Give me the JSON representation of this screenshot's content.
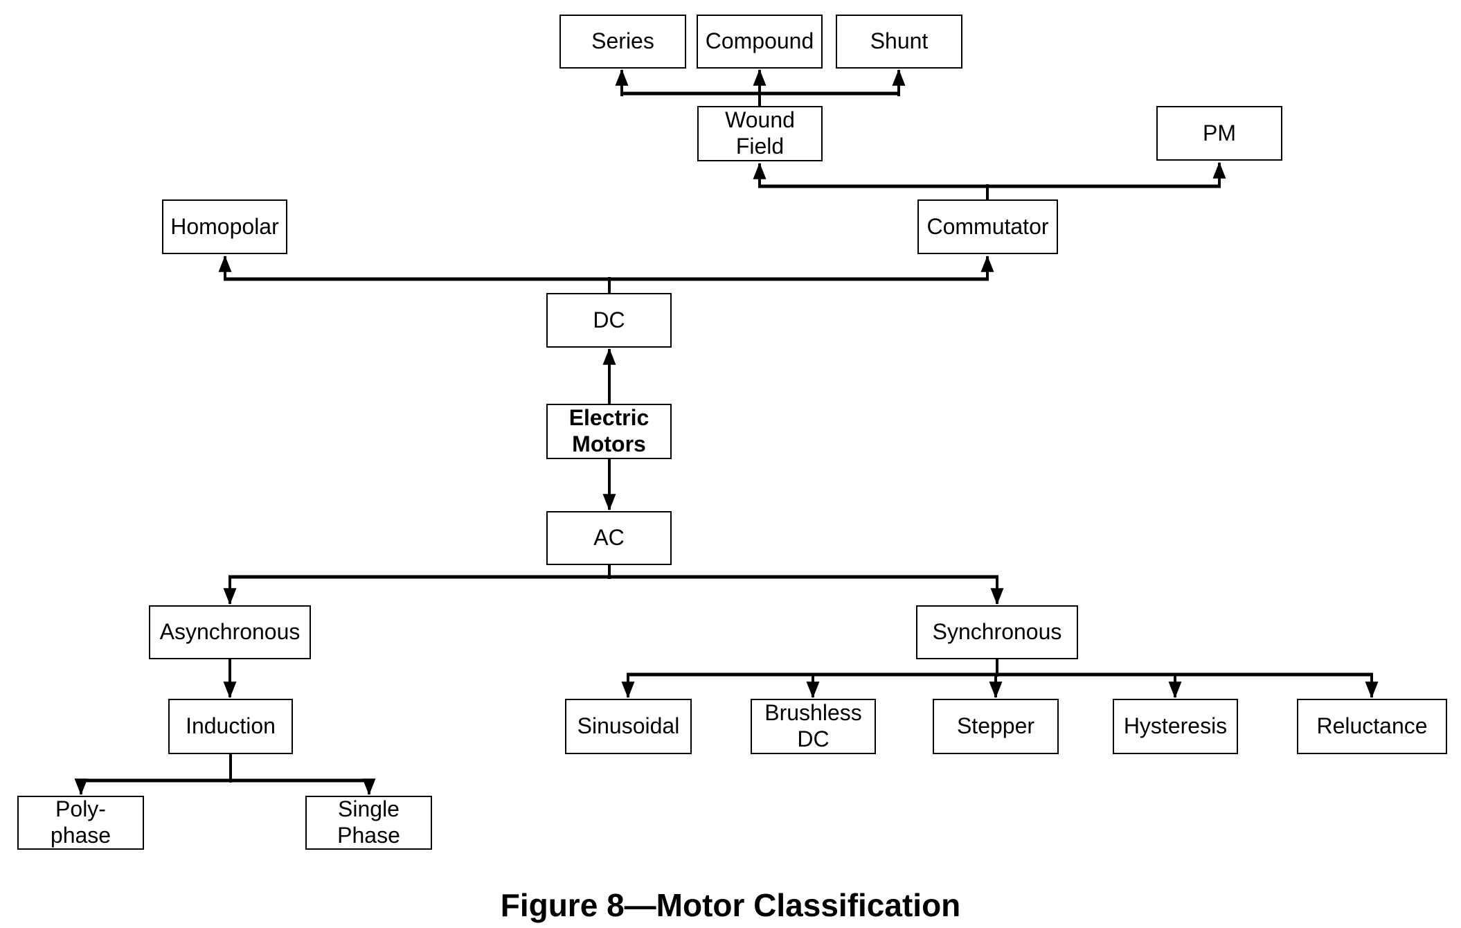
{
  "figure": {
    "caption": "Figure 8—Motor Classification"
  },
  "colors": {
    "background": "#ffffff",
    "line": "#000000",
    "box_border": "#000000",
    "text": "#000000"
  },
  "nodes": {
    "electric_motors": {
      "label": "Electric\nMotors"
    },
    "dc": {
      "label": "DC"
    },
    "ac": {
      "label": "AC"
    },
    "homopolar": {
      "label": "Homopolar"
    },
    "commutator": {
      "label": "Commutator"
    },
    "wound_field": {
      "label": "Wound\nField"
    },
    "pm": {
      "label": "PM"
    },
    "series": {
      "label": "Series"
    },
    "compound": {
      "label": "Compound"
    },
    "shunt": {
      "label": "Shunt"
    },
    "asynchronous": {
      "label": "Asynchronous"
    },
    "synchronous": {
      "label": "Synchronous"
    },
    "induction": {
      "label": "Induction"
    },
    "poly_phase": {
      "label": "Poly-\nphase"
    },
    "single_phase": {
      "label": "Single\nPhase"
    },
    "sinusoidal": {
      "label": "Sinusoidal"
    },
    "brushless_dc": {
      "label": "Brushless\nDC"
    },
    "stepper": {
      "label": "Stepper"
    },
    "hysteresis": {
      "label": "Hysteresis"
    },
    "reluctance": {
      "label": "Reluctance"
    }
  },
  "hierarchy": {
    "label": "Electric Motors",
    "children": [
      {
        "label": "DC",
        "children": [
          {
            "label": "Homopolar"
          },
          {
            "label": "Commutator",
            "children": [
              {
                "label": "Wound Field",
                "children": [
                  {
                    "label": "Series"
                  },
                  {
                    "label": "Compound"
                  },
                  {
                    "label": "Shunt"
                  }
                ]
              },
              {
                "label": "PM"
              }
            ]
          }
        ]
      },
      {
        "label": "AC",
        "children": [
          {
            "label": "Asynchronous",
            "children": [
              {
                "label": "Induction",
                "children": [
                  {
                    "label": "Poly-phase"
                  },
                  {
                    "label": "Single Phase"
                  }
                ]
              }
            ]
          },
          {
            "label": "Synchronous",
            "children": [
              {
                "label": "Sinusoidal"
              },
              {
                "label": "Brushless DC"
              },
              {
                "label": "Stepper"
              },
              {
                "label": "Hysteresis"
              },
              {
                "label": "Reluctance"
              }
            ]
          }
        ]
      }
    ]
  }
}
